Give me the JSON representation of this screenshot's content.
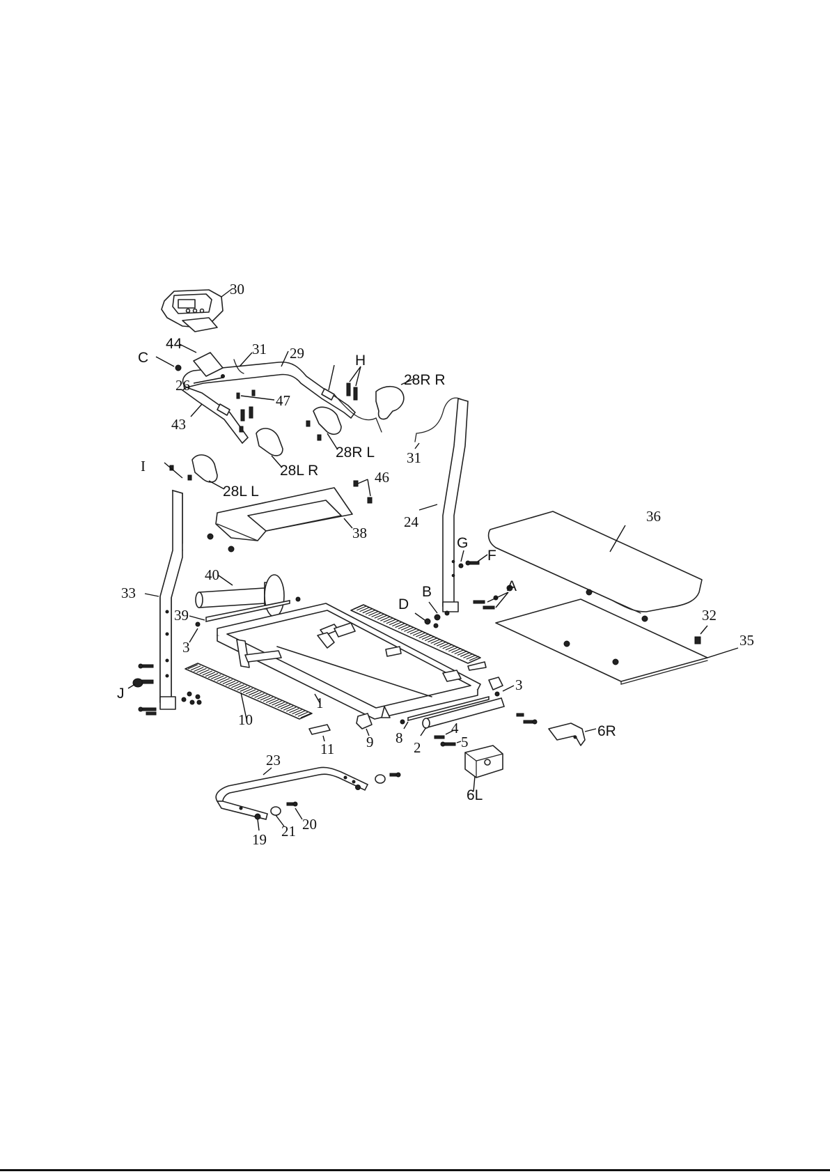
{
  "labels": {
    "p30": "30",
    "p44": "44",
    "p31a": "31",
    "p29": "29",
    "pC": "C",
    "p26": "26",
    "pH": "H",
    "p28RR": "28R R",
    "p47": "47",
    "p43": "43",
    "p28RL": "28R L",
    "p31b": "31",
    "p28LR": "28L R",
    "pI": "I",
    "p28LL": "28L L",
    "p46": "46",
    "p24": "24",
    "p36": "36",
    "p38": "38",
    "pG": "G",
    "pF": "F",
    "p40": "40",
    "pB": "B",
    "pA": "A",
    "p33": "33",
    "pD": "D",
    "p32": "32",
    "p39": "39",
    "p35": "35",
    "p3a": "3",
    "p3b": "3",
    "pJ": "J",
    "p1": "1",
    "p10": "10",
    "p9": "9",
    "p8": "8",
    "p4": "4",
    "p6R": "6R",
    "p11": "11",
    "p2": "2",
    "p5": "5",
    "p23": "23",
    "p6L": "6L",
    "p21": "21",
    "p20": "20",
    "p19": "19"
  }
}
